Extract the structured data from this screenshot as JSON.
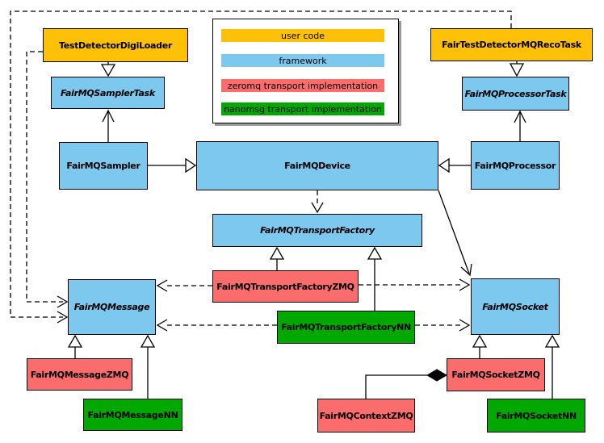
{
  "legend": {
    "items": [
      {
        "label": "user code",
        "color_key": "user_code"
      },
      {
        "label": "framework",
        "color_key": "framework"
      },
      {
        "label": "zeromq transport implementation",
        "color_key": "zeromq"
      },
      {
        "label": "nanomsg transport implementation",
        "color_key": "nanomsg"
      }
    ]
  },
  "colors": {
    "user_code": "#FFC107",
    "framework": "#7DC8EF",
    "zeromq": "#FB6C6C",
    "nanomsg": "#00A800",
    "line": "#000000",
    "background": "#FFFFFF",
    "legend_shadow": "#9A9A9A"
  },
  "nodes": {
    "testDetectorDigiLoader": {
      "label": "TestDetectorDigiLoader",
      "category": "user code",
      "abstract": false
    },
    "fairTestDetectorMQRecoTask": {
      "label": "FairTestDetectorMQRecoTask",
      "category": "user code",
      "abstract": false
    },
    "fairMQSamplerTask": {
      "label": "FairMQSamplerTask",
      "category": "framework",
      "abstract": true
    },
    "fairMQProcessorTask": {
      "label": "FairMQProcessorTask",
      "category": "framework",
      "abstract": true
    },
    "fairMQSampler": {
      "label": "FairMQSampler",
      "category": "framework",
      "abstract": false
    },
    "fairMQDevice": {
      "label": "FairMQDevice",
      "category": "framework",
      "abstract": false
    },
    "fairMQProcessor": {
      "label": "FairMQProcessor",
      "category": "framework",
      "abstract": false
    },
    "fairMQTransportFactory": {
      "label": "FairMQTransportFactory",
      "category": "framework",
      "abstract": true
    },
    "fairMQTransportFactoryZMQ": {
      "label": "FairMQTransportFactoryZMQ",
      "category": "zeromq transport implementation",
      "abstract": false
    },
    "fairMQTransportFactoryNN": {
      "label": "FairMQTransportFactoryNN",
      "category": "nanomsg transport implementation",
      "abstract": false
    },
    "fairMQMessage": {
      "label": "FairMQMessage",
      "category": "framework",
      "abstract": true
    },
    "fairMQSocket": {
      "label": "FairMQSocket",
      "category": "framework",
      "abstract": true
    },
    "fairMQMessageZMQ": {
      "label": "FairMQMessageZMQ",
      "category": "zeromq transport implementation",
      "abstract": false
    },
    "fairMQMessageNN": {
      "label": "FairMQMessageNN",
      "category": "nanomsg transport implementation",
      "abstract": false
    },
    "fairMQSocketZMQ": {
      "label": "FairMQSocketZMQ",
      "category": "zeromq transport implementation",
      "abstract": false
    },
    "fairMQSocketNN": {
      "label": "FairMQSocketNN",
      "category": "nanomsg transport implementation",
      "abstract": false
    },
    "fairMQContextZMQ": {
      "label": "FairMQContextZMQ",
      "category": "zeromq transport implementation",
      "abstract": false
    }
  },
  "relationships": [
    {
      "from": "TestDetectorDigiLoader",
      "to": "FairMQSamplerTask",
      "type": "inheritance-triangle"
    },
    {
      "from": "FairTestDetectorMQRecoTask",
      "to": "FairMQProcessorTask",
      "type": "inheritance-triangle"
    },
    {
      "from": "FairMQSampler",
      "to": "FairMQSamplerTask",
      "type": "association-open-arrow"
    },
    {
      "from": "FairMQProcessor",
      "to": "FairMQProcessorTask",
      "type": "association-open-arrow"
    },
    {
      "from": "FairMQSampler",
      "to": "FairMQDevice",
      "type": "inheritance-triangle"
    },
    {
      "from": "FairMQProcessor",
      "to": "FairMQDevice",
      "type": "inheritance-triangle"
    },
    {
      "from": "FairMQDevice",
      "to": "FairMQTransportFactory",
      "type": "dependency-dashed"
    },
    {
      "from": "FairMQDevice",
      "to": "FairMQSocket",
      "type": "association-open-arrow"
    },
    {
      "from": "FairMQTransportFactoryZMQ",
      "to": "FairMQTransportFactory",
      "type": "inheritance-triangle"
    },
    {
      "from": "FairMQTransportFactoryNN",
      "to": "FairMQTransportFactory",
      "type": "inheritance-triangle"
    },
    {
      "from": "FairMQTransportFactoryZMQ",
      "to": "FairMQMessage",
      "type": "dependency-dashed"
    },
    {
      "from": "FairMQTransportFactoryNN",
      "to": "FairMQMessage",
      "type": "dependency-dashed"
    },
    {
      "from": "FairMQTransportFactoryZMQ",
      "to": "FairMQSocket",
      "type": "dependency-dashed"
    },
    {
      "from": "FairMQTransportFactoryNN",
      "to": "FairMQSocket",
      "type": "dependency-dashed"
    },
    {
      "from": "TestDetectorDigiLoader",
      "to": "FairMQMessage",
      "type": "dependency-dashed"
    },
    {
      "from": "FairTestDetectorMQRecoTask",
      "to": "FairMQMessage",
      "type": "dependency-dashed"
    },
    {
      "from": "FairMQMessageZMQ",
      "to": "FairMQMessage",
      "type": "inheritance-triangle"
    },
    {
      "from": "FairMQMessageNN",
      "to": "FairMQMessage",
      "type": "inheritance-triangle"
    },
    {
      "from": "FairMQSocketZMQ",
      "to": "FairMQSocket",
      "type": "inheritance-triangle"
    },
    {
      "from": "FairMQSocketNN",
      "to": "FairMQSocket",
      "type": "inheritance-triangle"
    },
    {
      "from": "FairMQContextZMQ",
      "to": "FairMQSocketZMQ",
      "type": "composition-diamond"
    }
  ]
}
